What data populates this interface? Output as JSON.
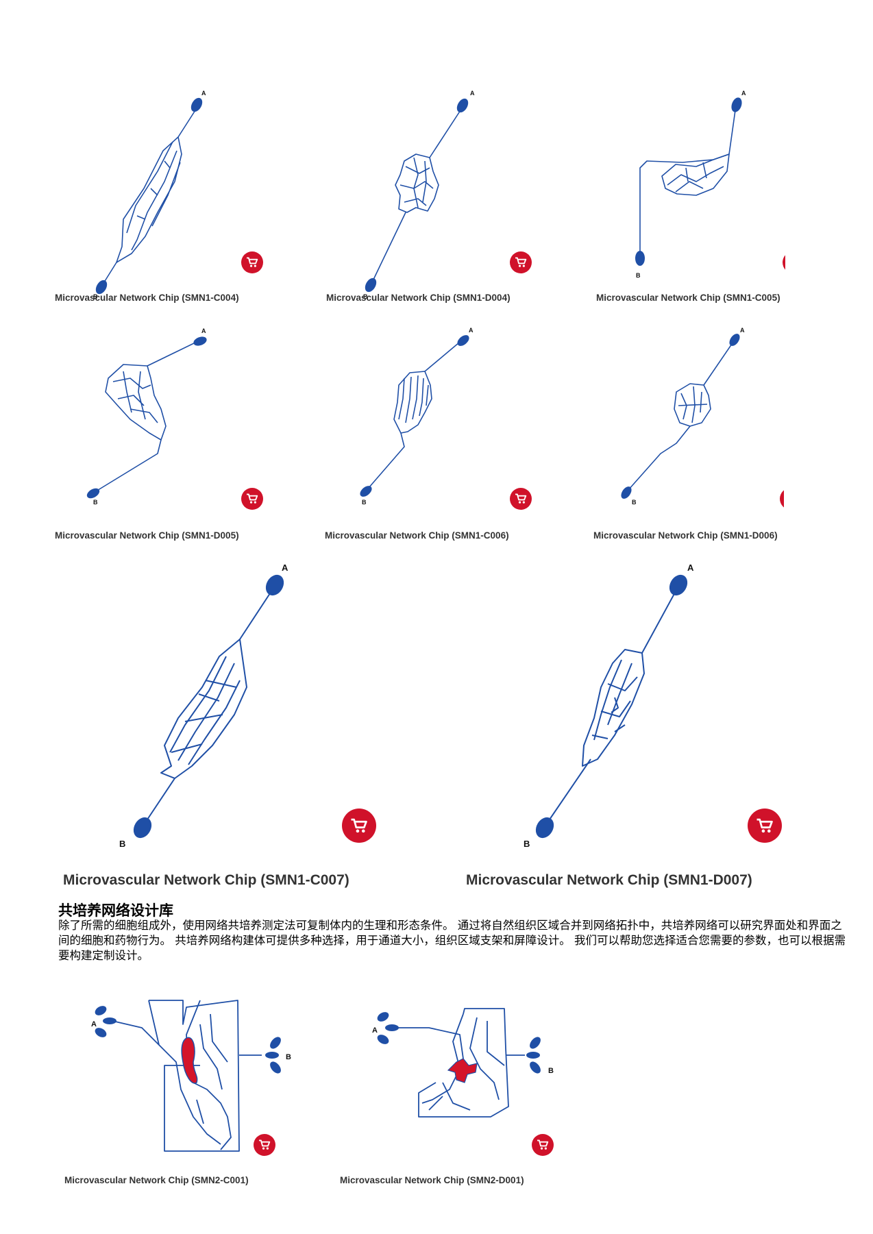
{
  "colors": {
    "network": "#1f4fa6",
    "cart": "#d0122a",
    "caption": "#333333",
    "tissue": "#d4142a"
  },
  "icons": {
    "cart": "shopping-cart-icon"
  },
  "port_labels": {
    "a": "A",
    "b": "B"
  },
  "products": [
    {
      "caption": "Microvascular Network Chip (SMN1-C004)"
    },
    {
      "caption": "Microvascular Network Chip (SMN1-D004)"
    },
    {
      "caption": "Microvascular Network Chip (SMN1-C005)"
    },
    {
      "caption": "Microvascular Network Chip (SMN1-D005)"
    },
    {
      "caption": "Microvascular Network Chip (SMN1-C006)"
    },
    {
      "caption": "Microvascular Network Chip (SMN1-D006)"
    },
    {
      "caption": "Microvascular Network Chip (SMN1-C007)"
    },
    {
      "caption": "Microvascular Network Chip (SMN1-D007)"
    }
  ],
  "section": {
    "title": "共培养网络设计库",
    "body": "除了所需的细胞组成外，使用网络共培养测定法可复制体内的生理和形态条件。 通过将自然组织区域合并到网络拓扑中，共培养网络可以研究界面处和界面之间的细胞和药物行为。 共培养网络构建体可提供多种选择，用于通道大小，组织区域支架和屏障设计。 我们可以帮助您选择适合您需要的参数，也可以根据需要构建定制设计。"
  },
  "coculture_products": [
    {
      "caption": "Microvascular Network Chip (SMN2-C001)"
    },
    {
      "caption": "Microvascular Network Chip (SMN2-D001)"
    }
  ]
}
